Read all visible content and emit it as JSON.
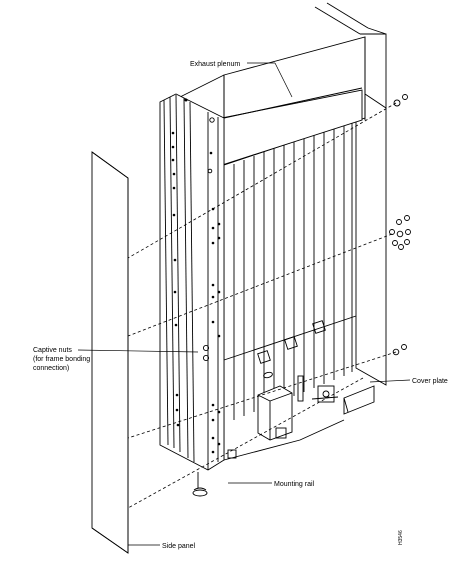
{
  "labels": {
    "exhaust_plenum": "Exhaust plenum",
    "captive_nuts_1": "Captive nuts",
    "captive_nuts_2": "(for frame bonding",
    "captive_nuts_3": "connection)",
    "cover_plate": "Cover plate",
    "mounting_rail": "Mounting rail",
    "side_panel": "Side panel",
    "figure_id": "H3546"
  }
}
